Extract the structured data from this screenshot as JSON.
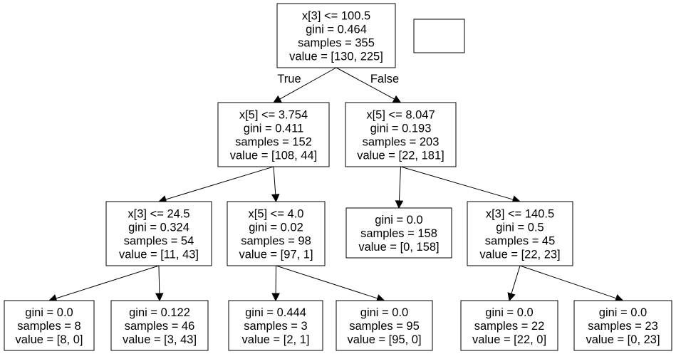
{
  "tree": {
    "nodes": [
      {
        "id": "n0",
        "lines": [
          "x[3] <= 100.5",
          "gini = 0.464",
          "samples = 355",
          "value = [130, 225]"
        ]
      },
      {
        "id": "n1",
        "lines": [
          "x[5] <= 3.754",
          "gini = 0.411",
          "samples = 152",
          "value = [108, 44]"
        ]
      },
      {
        "id": "n2",
        "lines": [
          "x[5] <= 8.047",
          "gini = 0.193",
          "samples = 203",
          "value = [22, 181]"
        ]
      },
      {
        "id": "n3",
        "lines": [
          "x[3] <= 24.5",
          "gini = 0.324",
          "samples = 54",
          "value = [11, 43]"
        ]
      },
      {
        "id": "n4",
        "lines": [
          "x[5] <= 4.0",
          "gini = 0.02",
          "samples = 98",
          "value = [97, 1]"
        ]
      },
      {
        "id": "n5",
        "lines": [
          "gini = 0.0",
          "samples = 158",
          "value = [0, 158]"
        ]
      },
      {
        "id": "n6",
        "lines": [
          "x[3] <= 140.5",
          "gini = 0.5",
          "samples = 45",
          "value = [22, 23]"
        ]
      },
      {
        "id": "n7",
        "lines": [
          "gini = 0.0",
          "samples = 8",
          "value = [8, 0]"
        ]
      },
      {
        "id": "n8",
        "lines": [
          "gini = 0.122",
          "samples = 46",
          "value = [3, 43]"
        ]
      },
      {
        "id": "n9",
        "lines": [
          "gini = 0.444",
          "samples = 3",
          "value = [2, 1]"
        ]
      },
      {
        "id": "n10",
        "lines": [
          "gini = 0.0",
          "samples = 95",
          "value = [95, 0]"
        ]
      },
      {
        "id": "n11",
        "lines": [
          "gini = 0.0",
          "samples = 22",
          "value = [22, 0]"
        ]
      },
      {
        "id": "n12",
        "lines": [
          "gini = 0.0",
          "samples = 23",
          "value = [0, 23]"
        ]
      }
    ],
    "edges": [
      {
        "from": "n0",
        "to": "n1",
        "label": "True"
      },
      {
        "from": "n0",
        "to": "n2",
        "label": "False"
      },
      {
        "from": "n1",
        "to": "n3",
        "label": ""
      },
      {
        "from": "n1",
        "to": "n4",
        "label": ""
      },
      {
        "from": "n2",
        "to": "n5",
        "label": ""
      },
      {
        "from": "n2",
        "to": "n6",
        "label": ""
      },
      {
        "from": "n3",
        "to": "n7",
        "label": ""
      },
      {
        "from": "n3",
        "to": "n8",
        "label": ""
      },
      {
        "from": "n4",
        "to": "n9",
        "label": ""
      },
      {
        "from": "n4",
        "to": "n10",
        "label": ""
      },
      {
        "from": "n6",
        "to": "n11",
        "label": ""
      },
      {
        "from": "n6",
        "to": "n12",
        "label": ""
      }
    ]
  }
}
